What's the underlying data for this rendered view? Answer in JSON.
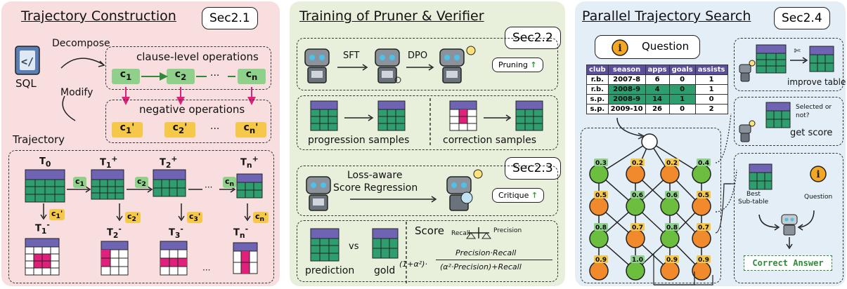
{
  "colors": {
    "panel1": "#f8dede",
    "panel2": "#e8f0dc",
    "panel3": "#e3eef6",
    "green_chip": "#8fd18a",
    "yellow_chip": "#f5c84a",
    "node_green": "#6cbf3e",
    "node_orange": "#f08a2c",
    "table_header": "#5a4f9a",
    "table_body": "#2e9e6e",
    "error_cell": "#e0207a"
  },
  "p1": {
    "title": "Trajectory Construction",
    "sec": "Sec2.1",
    "sql": "SQL",
    "decompose": "Decompose",
    "modify": "Modify",
    "clause_label": "clause-level operations",
    "neg_label": "negative operations",
    "trajectory": "Trajectory",
    "c1": "c",
    "c2": "c",
    "cn": "c",
    "sub1": "1",
    "sub2": "2",
    "subn": "n",
    "dots": "···",
    "t0": "T",
    "t0s": "0",
    "t1p": "T",
    "t1ps": "1",
    "t2p": "T",
    "t2ps": "2",
    "tnp": "T",
    "tnps": "n",
    "plus": "+",
    "t1m": "T",
    "t1ms": "1",
    "t2m": "T",
    "t2ms": "2",
    "t3m": "T",
    "t3ms": "3",
    "tnm": "T",
    "tnms": "n",
    "minus": "-",
    "prime": "'"
  },
  "p2": {
    "title": "Training of Pruner & Verifier",
    "sec22": "Sec2.2",
    "sec23": "Sec2.3",
    "sft": "SFT",
    "dpo": "DPO",
    "pruning": "Pruning",
    "progression": "progression samples",
    "correction": "correction samples",
    "loss1": "Loss-aware",
    "loss2": "Score Regression",
    "critique": "Critique",
    "prediction": "prediction",
    "vs": "vs",
    "gold": "gold",
    "score": "Score",
    "recall": "Recall",
    "precision": "Precision",
    "formula_num": "Precision·Recall",
    "formula_den": "(α²·Precision)+Recall",
    "formula_lhs": "(1+α²)·"
  },
  "p3": {
    "title": "Parallel Trajectory Search",
    "sec": "Sec2.4",
    "question": "Question",
    "improve": "improve table",
    "selected1": "Selected or",
    "selected2": "not?",
    "getscore": "get score",
    "best1": "Best",
    "best2": "Sub-table",
    "question2": "Question",
    "correct": "Correct Answer",
    "table": {
      "headers": [
        "club",
        "season",
        "apps",
        "goals",
        "assists"
      ],
      "rows": [
        [
          "r.b.",
          "2007-8",
          "6",
          "0",
          "1"
        ],
        [
          "r.b.",
          "2008-9",
          "4",
          "0",
          "1"
        ],
        [
          "s.p.",
          "2008-9",
          "14",
          "1",
          "0"
        ],
        [
          "s.p.",
          "2009-10",
          "26",
          "0",
          "2"
        ]
      ]
    },
    "scores": {
      "r1": [
        "0.3",
        "0.2",
        "0.2",
        "0.4"
      ],
      "r2": [
        "0.5",
        "0.6",
        "0.6",
        "0.5"
      ],
      "r3": [
        "0.8",
        "0.7",
        "0.8",
        "0.7"
      ],
      "r4": [
        "0.9",
        "1.0",
        "0.9",
        "0.9"
      ]
    }
  }
}
